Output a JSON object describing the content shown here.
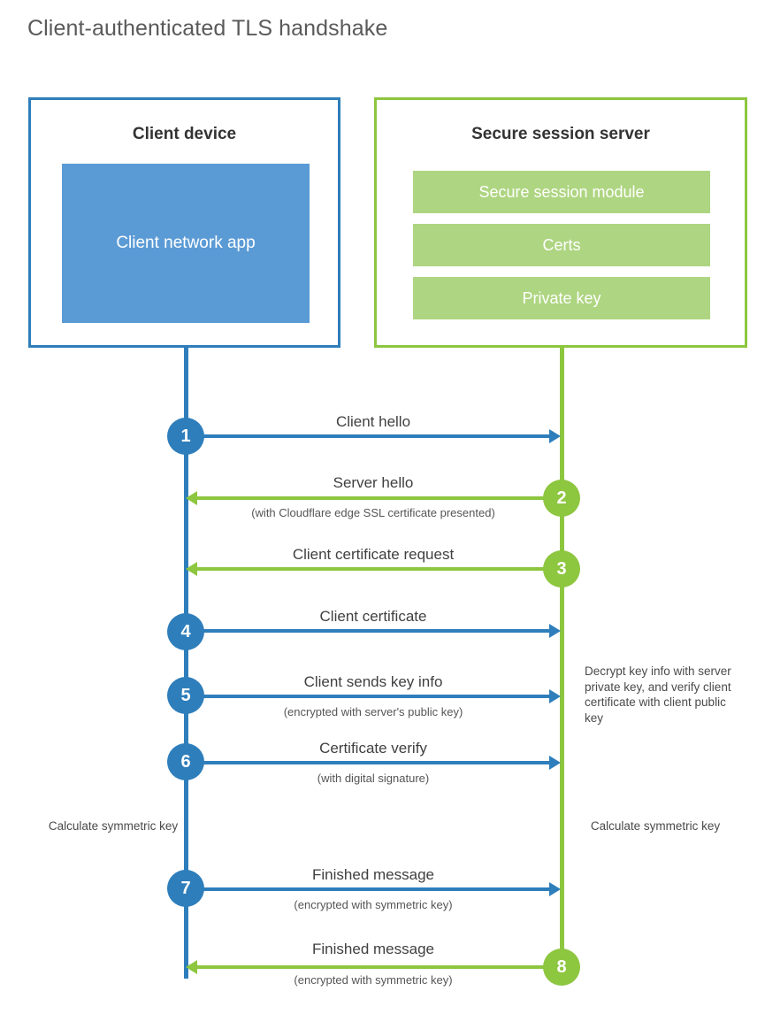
{
  "title": "Client-authenticated TLS handshake",
  "colors": {
    "client_blue": "#2e7ebb",
    "client_app_fill": "#5b9bd5",
    "server_green": "#8dc63f",
    "server_bar_fill": "#aed581",
    "text": "#404040",
    "title_text": "#5a5a5a",
    "background": "#ffffff"
  },
  "client": {
    "title": "Client device",
    "app_label": "Client network app"
  },
  "server": {
    "title": "Secure session server",
    "components": [
      "Secure session module",
      "Certs",
      "Private key"
    ]
  },
  "steps": [
    {
      "number": "1",
      "label": "Client hello",
      "sub": "",
      "direction": "client-to-server",
      "side": "client"
    },
    {
      "number": "2",
      "label": "Server hello",
      "sub": "(with Cloudflare edge SSL certificate presented)",
      "direction": "server-to-client",
      "side": "server"
    },
    {
      "number": "3",
      "label": "Client certificate request",
      "sub": "",
      "direction": "server-to-client",
      "side": "server"
    },
    {
      "number": "4",
      "label": "Client certificate",
      "sub": "",
      "direction": "client-to-server",
      "side": "client"
    },
    {
      "number": "5",
      "label": "Client sends key info",
      "sub": "(encrypted with server's public key)",
      "direction": "client-to-server",
      "side": "client"
    },
    {
      "number": "6",
      "label": "Certificate verify",
      "sub": "(with digital signature)",
      "direction": "client-to-server",
      "side": "client"
    },
    {
      "number": "7",
      "label": "Finished message",
      "sub": "(encrypted with symmetric key)",
      "direction": "client-to-server",
      "side": "client"
    },
    {
      "number": "8",
      "label": "Finished message",
      "sub": "(encrypted with symmetric key)",
      "direction": "server-to-client",
      "side": "server"
    }
  ],
  "notes": {
    "server_decrypt": "Decrypt key info with server private key, and verify client certificate with client public key",
    "client_calculate": "Calculate symmetric key",
    "server_calculate": "Calculate symmetric key"
  }
}
